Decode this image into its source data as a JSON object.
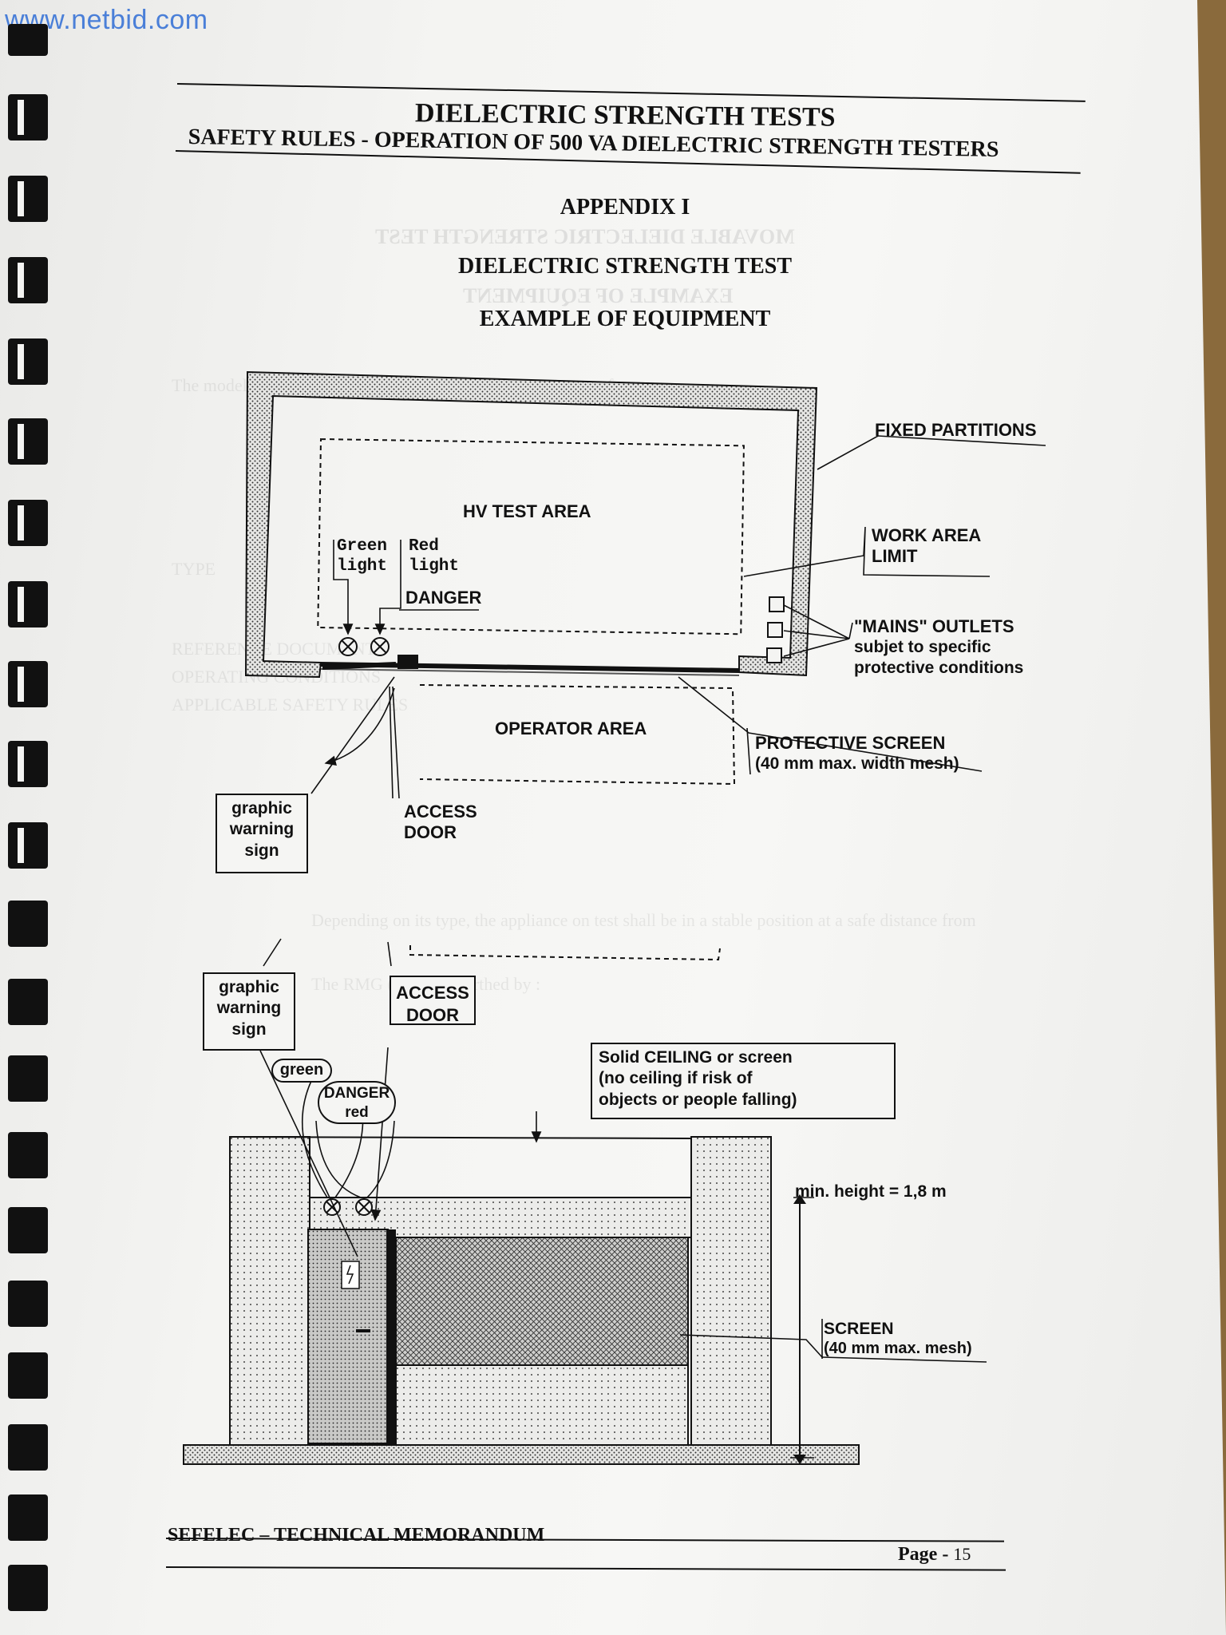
{
  "watermark": "www.netbid.com",
  "header": {
    "title": "DIELECTRIC STRENGTH TESTS",
    "subtitle": "SAFETY RULES  - OPERATION OF 500 VA DIELECTRIC STRENGTH TESTERS"
  },
  "appendix": {
    "heading": "APPENDIX I",
    "section": "DIELECTRIC STRENGTH TEST",
    "caption": "EXAMPLE OF EQUIPMENT"
  },
  "plan_view": {
    "hv_test_area": "HV TEST AREA",
    "operator_area": "OPERATOR AREA",
    "green_light": [
      "Green",
      "light"
    ],
    "red_light": [
      "Red",
      "light"
    ],
    "danger": "DANGER",
    "fixed_partitions": "FIXED PARTITIONS",
    "work_area_limit": [
      "WORK AREA",
      "LIMIT"
    ],
    "mains_outlets": [
      "\"MAINS\" OUTLETS",
      "subjet to specific",
      "protective conditions"
    ],
    "protective_screen": [
      "PROTECTIVE SCREEN",
      "(40 mm max. width mesh)"
    ],
    "graphic_warning_sign": [
      "graphic",
      "warning",
      "sign"
    ],
    "access_door": [
      "ACCESS",
      "DOOR"
    ]
  },
  "elevation_view": {
    "graphic_warning_sign": [
      "graphic",
      "warning",
      "sign"
    ],
    "access_door": [
      "ACCESS",
      "DOOR"
    ],
    "green": "green",
    "danger_red": [
      "DANGER",
      "red"
    ],
    "solid_ceiling": [
      "Solid CEILING or screen",
      "(no ceiling if risk of",
      "objects or people falling)"
    ],
    "min_height": "min. height = 1,8 m",
    "screen": [
      "SCREEN",
      "(40 mm max. mesh)"
    ]
  },
  "footer": {
    "left": "SEFELEC – TECHNICAL MEMORANDUM",
    "page_label": "Page -",
    "page_number": "15"
  }
}
